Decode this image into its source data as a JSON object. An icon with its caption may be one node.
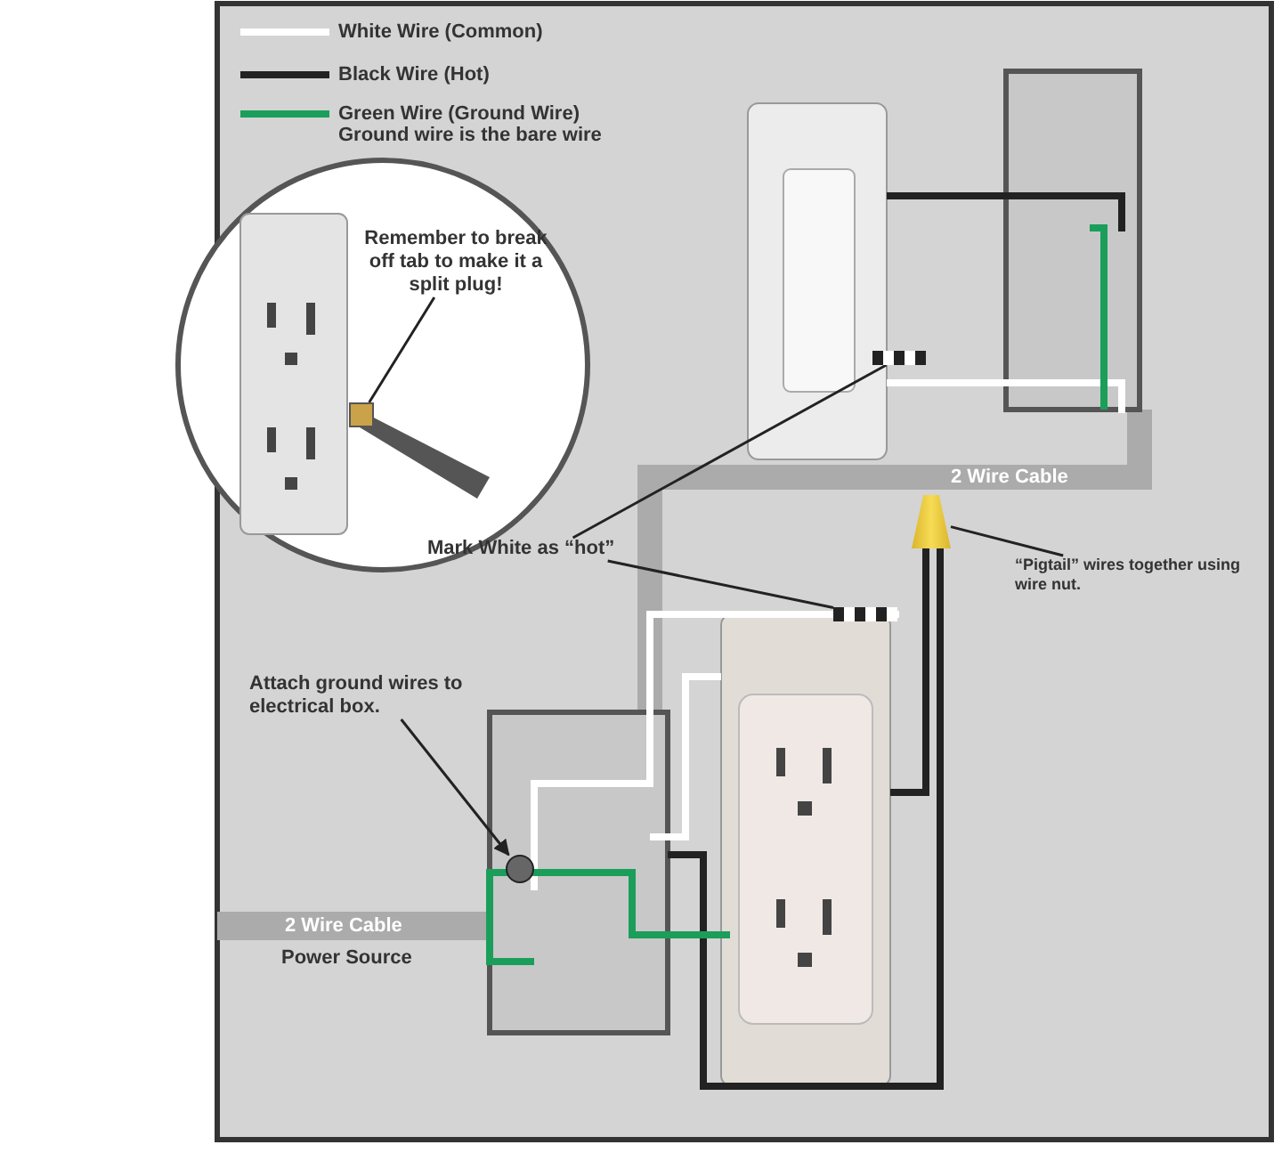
{
  "diagram": {
    "nodes": [
      {
        "text": [
          "Remember to break off tab to make it a split plug!"
        ]
      },
      {
        "text": [],
        "shape": "box"
      },
      {
        "text": [
          "Mark White as “hot”"
        ]
      },
      {
        "text": [],
        "shape": "bar"
      },
      {
        "text": [],
        "shape": "bar"
      },
      {
        "text": [
          "“Pigtail” wires together using wire nut."
        ]
      },
      {
        "text": [],
        "shape": "cone"
      },
      {
        "text": [
          "Attach ground wires to electrical box."
        ]
      },
      {
        "text": [],
        "shape": "circle"
      }
    ],
    "edges": [
      {
        "from": 0,
        "to": 1,
        "arrow": "none"
      },
      {
        "from": 2,
        "to": 3,
        "arrow": "none"
      },
      {
        "from": 2,
        "to": 4,
        "arrow": "none"
      },
      {
        "from": 5,
        "to": 6,
        "arrow": "none"
      },
      {
        "from": 7,
        "to": 8,
        "arrow": "to"
      }
    ],
    "labels": [
      "Ground wire is the bare wire",
      "2 Wire Cable",
      "2 Wire Cable",
      "Power Source"
    ],
    "legend": [
      {
        "text": "White Wire (Common)"
      },
      {
        "text": "Black Wire (Hot)"
      },
      {
        "text": "Green Wire (Ground Wire)"
      }
    ]
  }
}
